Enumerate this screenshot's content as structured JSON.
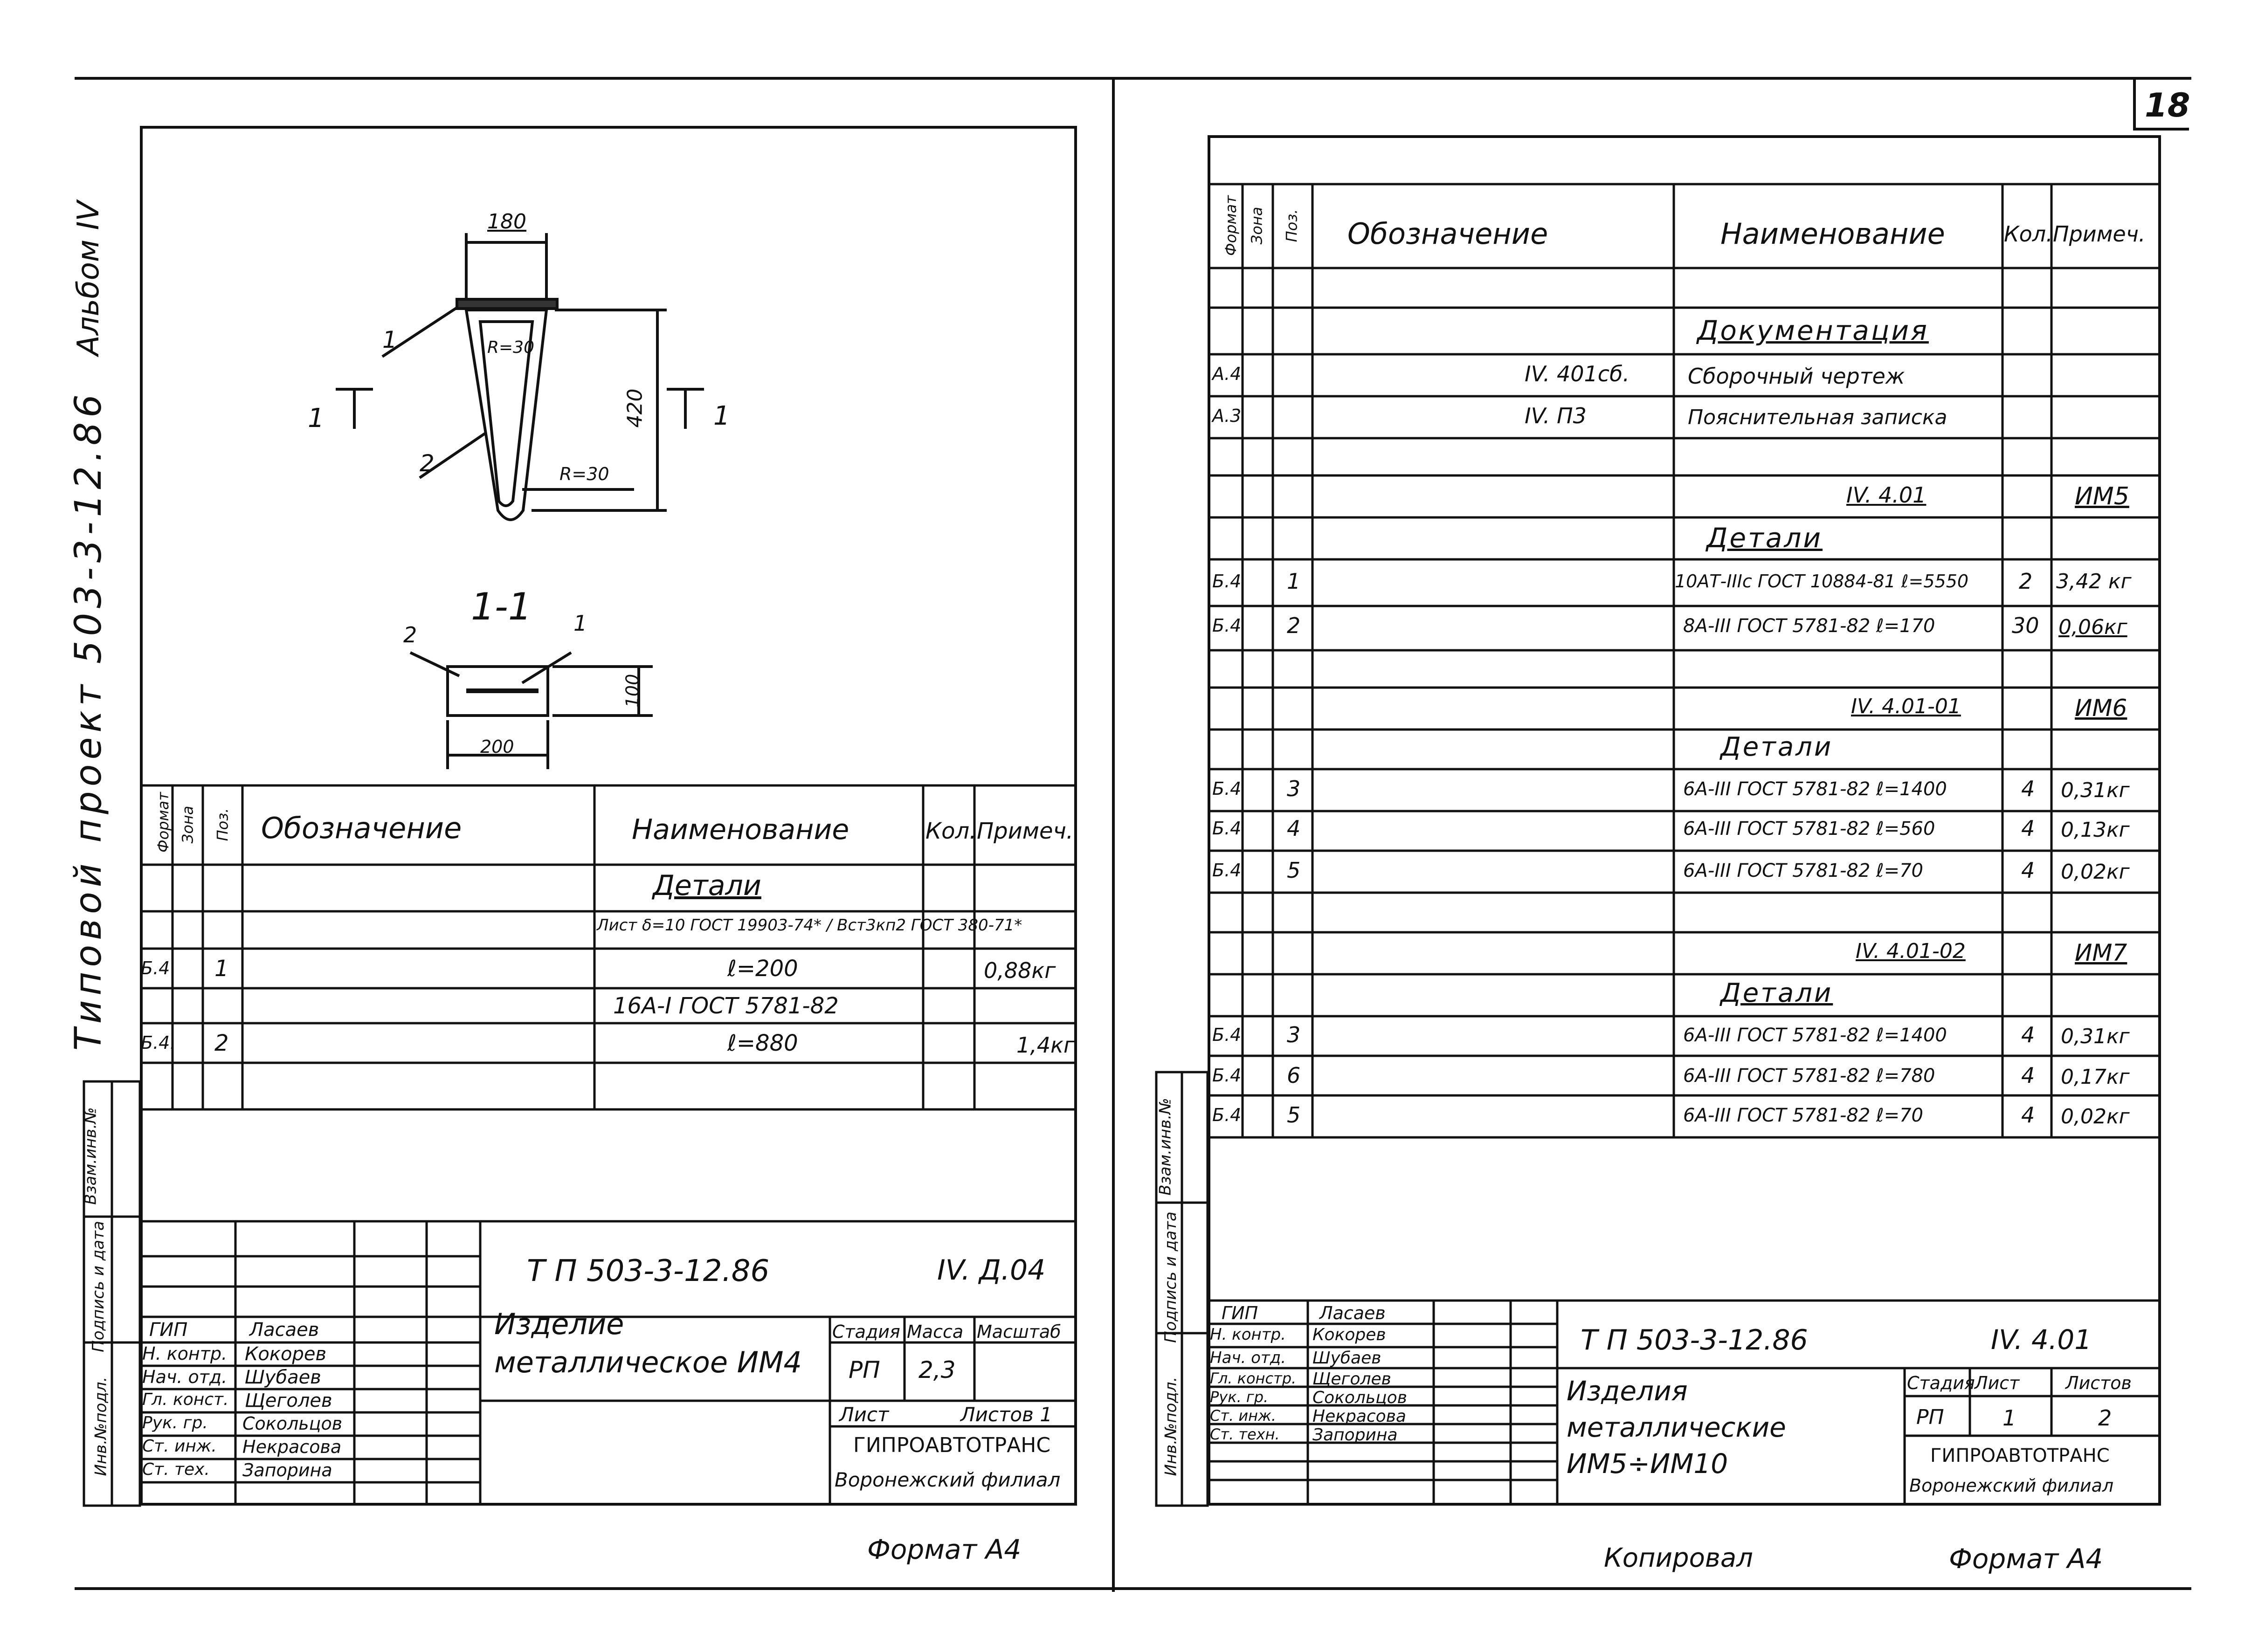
{
  "page_number": "18",
  "left_margin": {
    "album": "Альбом IV",
    "project": "Типовой проект 503-3-12.86",
    "stamp_cols": [
      "Инв.№подл.",
      "Подпись и дата",
      "Взам.инв.№"
    ]
  },
  "right_margin": {
    "stamp_cols": [
      "Инв.№подл.",
      "Подпись и дата",
      "Взам.инв.№"
    ]
  },
  "left_sheet": {
    "drawing": {
      "dim_top": "180",
      "dim_height": "420",
      "radius_top": "R=30",
      "radius_bottom": "R=30",
      "leader_1": "1",
      "leader_2": "2",
      "section_mark_left": "1",
      "section_mark_right": "1",
      "section_title": "1-1",
      "section_leader_2": "2",
      "section_leader_1": "1",
      "section_dim_w": "200",
      "section_dim_h": "100"
    },
    "spec_headers": {
      "format": "Формат",
      "zone": "Зона",
      "pos": "Поз.",
      "designation": "Обозначение",
      "name": "Наименование",
      "qty": "Кол.",
      "note": "Примеч."
    },
    "spec_rows": [
      {
        "format": "",
        "pos": "",
        "name": "Детали",
        "qty": "",
        "note": ""
      },
      {
        "format": "",
        "pos": "",
        "name": "Лист  δ=10 ГОСТ 19903-74* / Вст3кп2 ГОСТ 380-71*",
        "qty": "",
        "note": ""
      },
      {
        "format": "Б.4",
        "pos": "1",
        "name": "ℓ=200",
        "qty": "",
        "note": "0,88кг"
      },
      {
        "format": "",
        "pos": "",
        "name": "16А-I  ГОСТ 5781-82",
        "qty": "",
        "note": ""
      },
      {
        "format": "Б.4.",
        "pos": "2",
        "name": "ℓ=880",
        "qty": "",
        "note": "1,4кг"
      }
    ],
    "title_block": {
      "code": "Т П  503-3-12.86",
      "sheet_code": "IV. Д.04",
      "title": "Изделие металлическое ИМ4",
      "stage_h": "Стадия",
      "mass_h": "Масса",
      "scale_h": "Масштаб",
      "stage": "РП",
      "mass": "2,3",
      "sheet_h": "Лист",
      "sheets_h": "Листов 1",
      "org": "ГИПРОАВТОТРАНС",
      "branch": "Воронежский филиал",
      "people": [
        {
          "role": "ГИП",
          "name": "Ласаев"
        },
        {
          "role": "Н. контр.",
          "name": "Кокорев"
        },
        {
          "role": "Нач. отд.",
          "name": "Шубаев"
        },
        {
          "role": "Гл. конст.",
          "name": "Щеголев"
        },
        {
          "role": "Рук. гр.",
          "name": "Сокольцов"
        },
        {
          "role": "Ст. инж.",
          "name": "Некрасова"
        },
        {
          "role": "Ст. тех.",
          "name": "Запорина"
        }
      ]
    },
    "footer_format": "Формат А4"
  },
  "right_sheet": {
    "spec_headers": {
      "format": "Формат",
      "zone": "Зона",
      "pos": "Поз.",
      "designation": "Обозначение",
      "name": "Наименование",
      "qty": "Кол.",
      "note": "Примеч."
    },
    "spec_rows": [
      {
        "format": "",
        "pos": "",
        "designation": "",
        "name": "",
        "qty": "",
        "note": ""
      },
      {
        "format": "",
        "pos": "",
        "designation": "",
        "name": "Документация",
        "qty": "",
        "note": ""
      },
      {
        "format": "А.4",
        "pos": "",
        "designation": "IV. 401сб.",
        "name": "Сборочный чертеж",
        "qty": "",
        "note": ""
      },
      {
        "format": "А.3",
        "pos": "",
        "designation": "IV. П3",
        "name": "Пояснительная записка",
        "qty": "",
        "note": ""
      },
      {
        "format": "",
        "pos": "",
        "designation": "",
        "name": "",
        "qty": "",
        "note": ""
      },
      {
        "format": "",
        "pos": "",
        "designation": "",
        "name": "IV. 4.01",
        "qty": "",
        "note": "ИМ5"
      },
      {
        "format": "",
        "pos": "",
        "designation": "",
        "name": "Детали",
        "qty": "",
        "note": ""
      },
      {
        "format": "Б.4",
        "pos": "1",
        "designation": "",
        "name": "10АТ-IIIс ГОСТ 10884-81 ℓ=5550",
        "qty": "2",
        "note": "3,42 кг"
      },
      {
        "format": "Б.4",
        "pos": "2",
        "designation": "",
        "name": "8А-III  ГОСТ 5781-82 ℓ=170",
        "qty": "30",
        "note": "0,06кг"
      },
      {
        "format": "",
        "pos": "",
        "designation": "",
        "name": "",
        "qty": "",
        "note": ""
      },
      {
        "format": "",
        "pos": "",
        "designation": "",
        "name": "IV. 4.01-01",
        "qty": "",
        "note": "ИМ6"
      },
      {
        "format": "",
        "pos": "",
        "designation": "",
        "name": "Детали",
        "qty": "",
        "note": ""
      },
      {
        "format": "Б.4",
        "pos": "3",
        "designation": "",
        "name": "6А-III  ГОСТ 5781-82 ℓ=1400",
        "qty": "4",
        "note": "0,31кг"
      },
      {
        "format": "Б.4",
        "pos": "4",
        "designation": "",
        "name": "6А-III  ГОСТ 5781-82 ℓ=560",
        "qty": "4",
        "note": "0,13кг"
      },
      {
        "format": "Б.4",
        "pos": "5",
        "designation": "",
        "name": "6А-III  ГОСТ 5781-82 ℓ=70",
        "qty": "4",
        "note": "0,02кг"
      },
      {
        "format": "",
        "pos": "",
        "designation": "",
        "name": "",
        "qty": "",
        "note": ""
      },
      {
        "format": "",
        "pos": "",
        "designation": "",
        "name": "IV. 4.01-02",
        "qty": "",
        "note": "ИМ7"
      },
      {
        "format": "",
        "pos": "",
        "designation": "",
        "name": "Детали",
        "qty": "",
        "note": ""
      },
      {
        "format": "Б.4",
        "pos": "3",
        "designation": "",
        "name": "6А-III  ГОСТ 5781-82 ℓ=1400",
        "qty": "4",
        "note": "0,31кг"
      },
      {
        "format": "Б.4",
        "pos": "6",
        "designation": "",
        "name": "6А-III  ГОСТ 5781-82 ℓ=780",
        "qty": "4",
        "note": "0,17кг"
      },
      {
        "format": "Б.4",
        "pos": "5",
        "designation": "",
        "name": "6А-III  ГОСТ 5781-82 ℓ=70",
        "qty": "4",
        "note": "0,02кг"
      }
    ],
    "title_block": {
      "code": "Т П  503-3-12.86",
      "sheet_code": "IV. 4.01",
      "title": "Изделия металлические ИМ5÷ИМ10",
      "stage_h": "Стадия",
      "sheet_h": "Лист",
      "sheets_h": "Листов",
      "stage": "РП",
      "sheet": "1",
      "sheets": "2",
      "org": "ГИПРОАВТОТРАНС",
      "branch": "Воронежский филиал",
      "people": [
        {
          "role": "ГИП",
          "name": "Ласаев"
        },
        {
          "role": "Н. контр.",
          "name": "Кокорев"
        },
        {
          "role": "Нач. отд.",
          "name": "Шубаев"
        },
        {
          "role": "Гл. констр.",
          "name": "Щеголев"
        },
        {
          "role": "Рук. гр.",
          "name": "Сокольцов"
        },
        {
          "role": "Ст. инж.",
          "name": "Некрасова"
        },
        {
          "role": "Ст. техн.",
          "name": "Запорина"
        }
      ]
    },
    "footer_copied": "Копировал",
    "footer_format": "Формат А4"
  }
}
